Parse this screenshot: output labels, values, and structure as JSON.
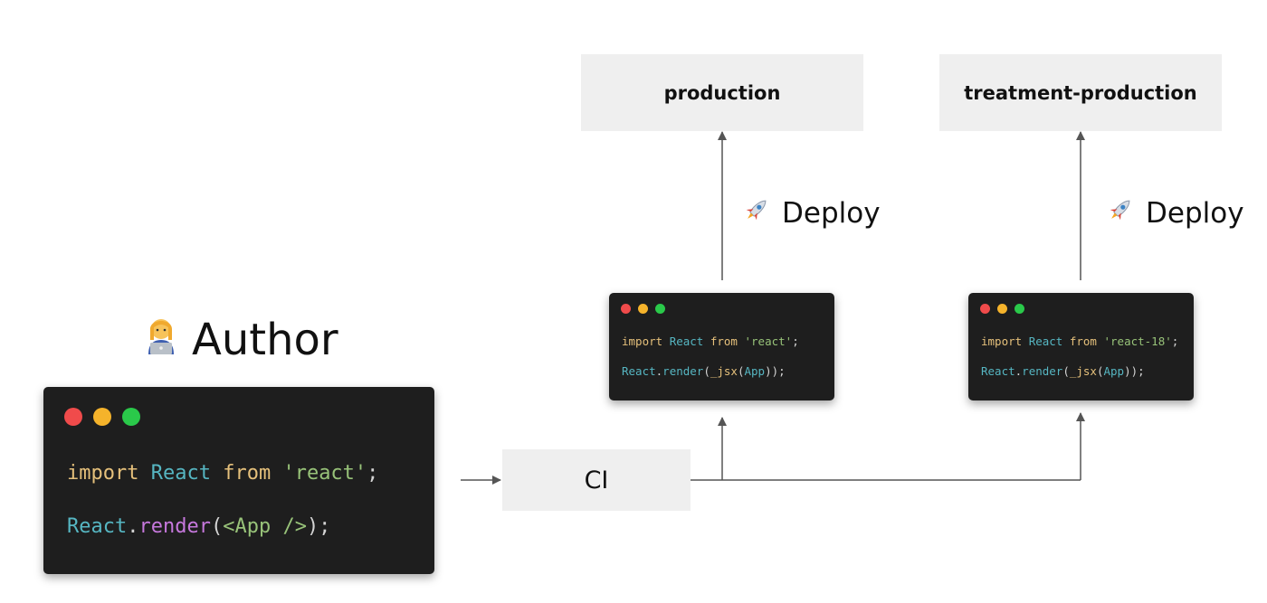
{
  "author": {
    "icon": "technologist-emoji-icon",
    "label": "Author"
  },
  "main_editor": {
    "line1": {
      "import": "import",
      "react": "React",
      "from": "from",
      "module": "'react'",
      "semi": ";"
    },
    "line2": {
      "react": "React",
      "dot": ".",
      "render": "render",
      "open": "(",
      "jsx": "<App />",
      "close": ");"
    }
  },
  "ci": {
    "label": "CI"
  },
  "environments": [
    {
      "name": "production",
      "deploy_label": "Deploy",
      "deploy_icon": "rocket-icon",
      "code": {
        "line1": {
          "import": "import",
          "react": "React",
          "from": "from",
          "module": "'react'",
          "semi": ";"
        },
        "line2": {
          "react": "React",
          "dot": ".",
          "render": "render",
          "open": "(",
          "fn": "_jsx",
          "arg_open": "(",
          "arg": "App",
          "close": "));"
        }
      }
    },
    {
      "name": "treatment-production",
      "deploy_label": "Deploy",
      "deploy_icon": "rocket-icon",
      "code": {
        "line1": {
          "import": "import",
          "react": "React",
          "from": "from",
          "module": "'react-18'",
          "semi": ";"
        },
        "line2": {
          "react": "React",
          "dot": ".",
          "render": "render",
          "open": "(",
          "fn": "_jsx",
          "arg_open": "(",
          "arg": "App",
          "close": "));"
        }
      }
    }
  ],
  "colors": {
    "editor_bg": "#1e1e1e",
    "box_bg": "#efefef",
    "arrow": "#555555",
    "keyword": "#e5c07b",
    "identifier": "#56b6c2",
    "string": "#98c379",
    "function": "#c678dd"
  }
}
